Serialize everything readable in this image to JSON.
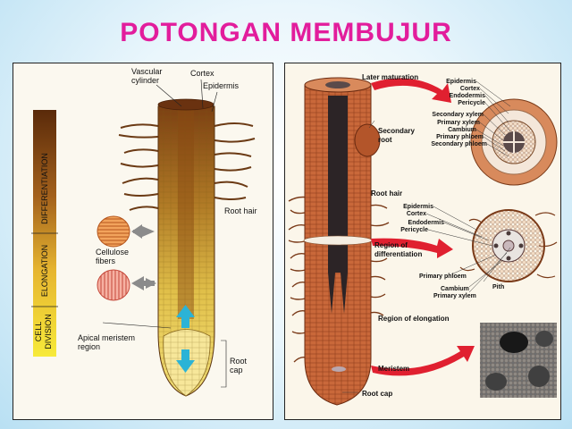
{
  "title": "POTONGAN MEMBUJUR",
  "left": {
    "labels": {
      "vascular_cylinder_1": "Vascular",
      "vascular_cylinder_2": "cylinder",
      "cortex": "Cortex",
      "epidermis": "Epidermis",
      "root_hair": "Root hair",
      "cellulose_1": "Cellulose",
      "cellulose_2": "fibers",
      "apical_1": "Apical meristem",
      "apical_2": "region",
      "root_cap_1": "Root",
      "root_cap_2": "cap"
    },
    "zones": {
      "differentiation": "DIFFERENTIATION",
      "elongation": "ELONGATION",
      "cell_division_1": "CELL",
      "cell_division_2": "DIVISION"
    }
  },
  "right": {
    "labels": {
      "later_maturation": "Later maturation",
      "secondary_root_1": "Secondary",
      "secondary_root_2": "root",
      "root_hair": "Root hair",
      "region_diff_1": "Region of",
      "region_diff_2": "differentiation",
      "region_elong": "Region of elongation",
      "meristem": "Meristem",
      "root_cap": "Root cap"
    },
    "upper_callouts": [
      "Epidermis",
      "Cortex",
      "Endodermis",
      "Pericycle",
      "Secondary xylem",
      "Primary xylem",
      "Cambium",
      "Primary phloem",
      "Secondary phloem"
    ],
    "middle_callouts": [
      "Epidermis",
      "Cortex",
      "Endodermis",
      "Pericycle"
    ],
    "lower_callouts": {
      "primary_phloem": "Primary phloem",
      "cambium": "Cambium",
      "primary_xylem": "Primary xylem",
      "pith": "Pith"
    }
  }
}
